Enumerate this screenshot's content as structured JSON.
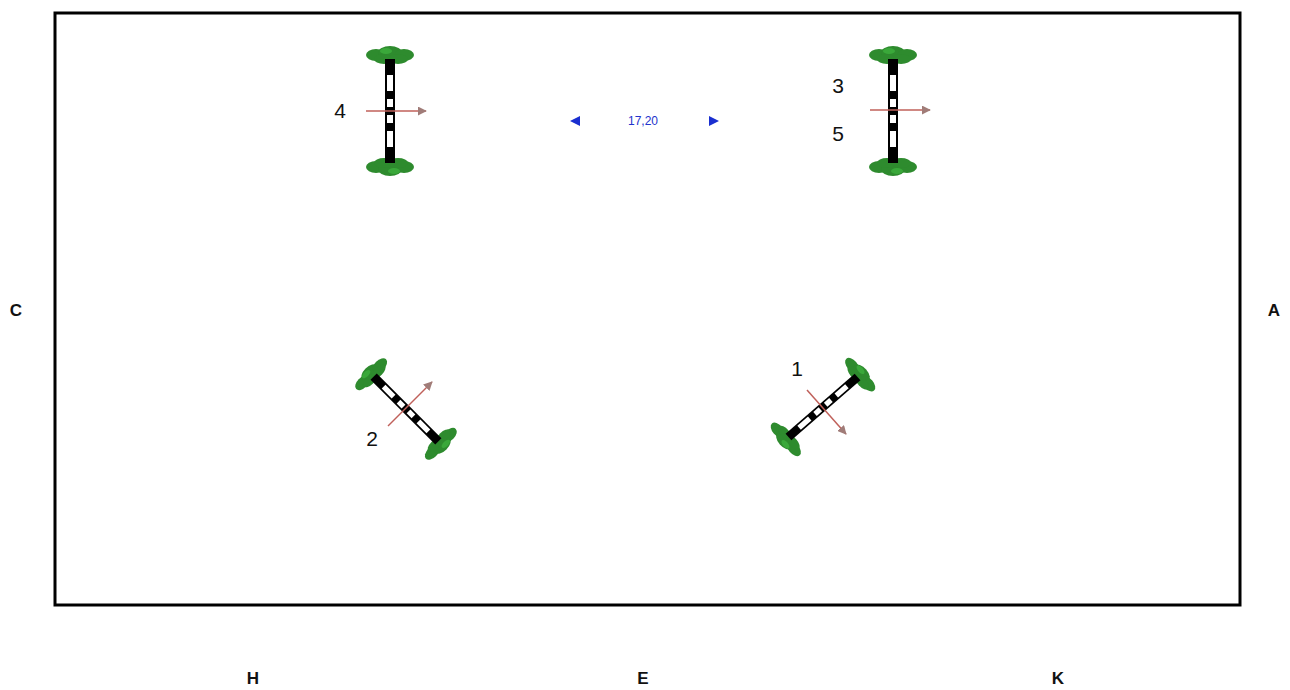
{
  "diagram": {
    "labels": [
      "4",
      "17,20",
      "3",
      "5",
      "C",
      "A",
      "1",
      "2",
      "H",
      "E",
      "K"
    ]
  }
}
